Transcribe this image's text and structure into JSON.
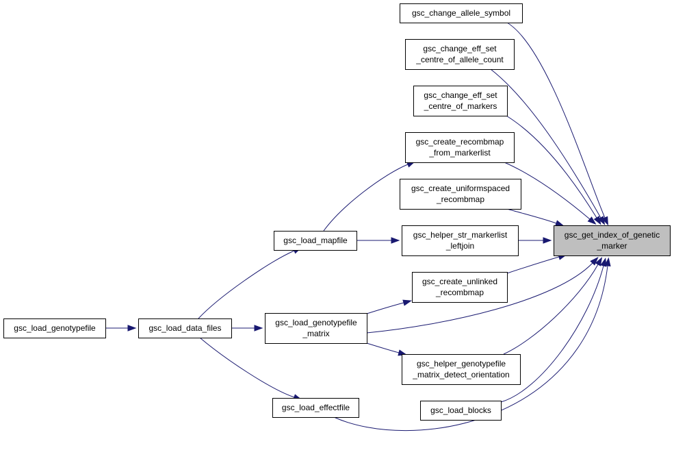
{
  "graph": {
    "focus": "gsc_get_index_of_genetic_marker",
    "nodes": [
      {
        "id": "get_index",
        "lines": [
          "gsc_get_index_of_genetic",
          "_marker"
        ],
        "focus": true
      },
      {
        "id": "change_allele",
        "lines": [
          "gsc_change_allele_symbol"
        ]
      },
      {
        "id": "eff_set_allele",
        "lines": [
          "gsc_change_eff_set",
          "_centre_of_allele_count"
        ]
      },
      {
        "id": "eff_set_markers",
        "lines": [
          "gsc_change_eff_set",
          "_centre_of_markers"
        ]
      },
      {
        "id": "recomb_markerlist",
        "lines": [
          "gsc_create_recombmap",
          "_from_markerlist"
        ]
      },
      {
        "id": "uniformspaced",
        "lines": [
          "gsc_create_uniformspaced",
          "_recombmap"
        ]
      },
      {
        "id": "str_markerlist",
        "lines": [
          "gsc_helper_str_markerlist",
          "_leftjoin"
        ]
      },
      {
        "id": "unlinked",
        "lines": [
          "gsc_create_unlinked",
          "_recombmap"
        ]
      },
      {
        "id": "genotype_orient",
        "lines": [
          "gsc_helper_genotypefile",
          "_matrix_detect_orientation"
        ]
      },
      {
        "id": "load_blocks",
        "lines": [
          "gsc_load_blocks"
        ]
      },
      {
        "id": "load_mapfile",
        "lines": [
          "gsc_load_mapfile"
        ]
      },
      {
        "id": "load_genotypefile_matrix",
        "lines": [
          "gsc_load_genotypefile",
          "_matrix"
        ]
      },
      {
        "id": "load_effectfile",
        "lines": [
          "gsc_load_effectfile"
        ]
      },
      {
        "id": "load_data_files",
        "lines": [
          "gsc_load_data_files"
        ]
      },
      {
        "id": "load_genotypefile",
        "lines": [
          "gsc_load_genotypefile"
        ]
      }
    ],
    "edges": [
      {
        "from": "change_allele",
        "to": "get_index"
      },
      {
        "from": "eff_set_allele",
        "to": "get_index"
      },
      {
        "from": "eff_set_markers",
        "to": "get_index"
      },
      {
        "from": "recomb_markerlist",
        "to": "get_index"
      },
      {
        "from": "uniformspaced",
        "to": "get_index"
      },
      {
        "from": "str_markerlist",
        "to": "get_index"
      },
      {
        "from": "unlinked",
        "to": "get_index"
      },
      {
        "from": "load_genotypefile_matrix",
        "to": "get_index"
      },
      {
        "from": "genotype_orient",
        "to": "get_index"
      },
      {
        "from": "load_blocks",
        "to": "get_index"
      },
      {
        "from": "load_effectfile",
        "to": "get_index"
      },
      {
        "from": "load_mapfile",
        "to": "recomb_markerlist"
      },
      {
        "from": "load_mapfile",
        "to": "str_markerlist"
      },
      {
        "from": "load_genotypefile_matrix",
        "to": "unlinked"
      },
      {
        "from": "load_genotypefile_matrix",
        "to": "genotype_orient"
      },
      {
        "from": "load_data_files",
        "to": "load_mapfile"
      },
      {
        "from": "load_data_files",
        "to": "load_genotypefile_matrix"
      },
      {
        "from": "load_data_files",
        "to": "load_effectfile"
      },
      {
        "from": "load_genotypefile",
        "to": "load_data_files"
      }
    ],
    "colors": {
      "edge": "#191970",
      "focus_fill": "#bfbfbf",
      "node_fill": "#ffffff",
      "border": "#000000"
    }
  }
}
